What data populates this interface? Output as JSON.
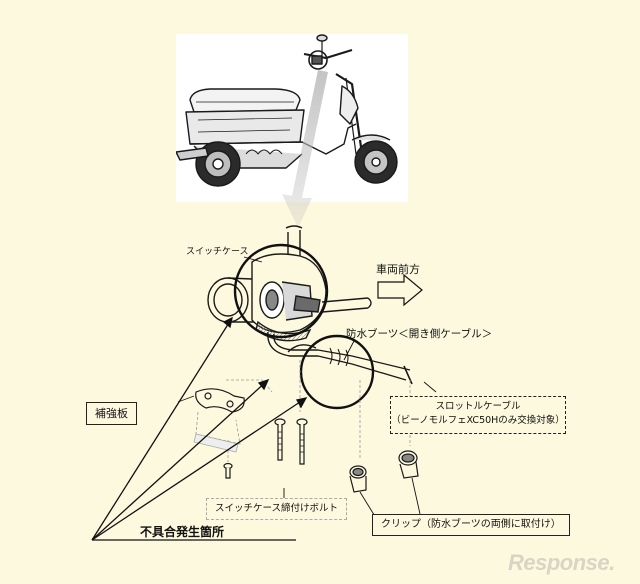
{
  "labels": {
    "switch_case": "スイッチケース",
    "forward": "車両前方",
    "waterproof_boot": "防水ブーツ＜開き側ケーブル＞",
    "reinforcement_plate": "補強板",
    "throttle_cable_line1": "スロットルケーブル",
    "throttle_cable_line2": "（ビーノモルフェXC50Hのみ交換対象）",
    "switch_case_bolt": "スイッチケース締付けボルト",
    "clip": "クリップ（防水ブーツの両側に取付け）",
    "defect_location": "不具合発生箇所"
  },
  "watermark": "Response."
}
